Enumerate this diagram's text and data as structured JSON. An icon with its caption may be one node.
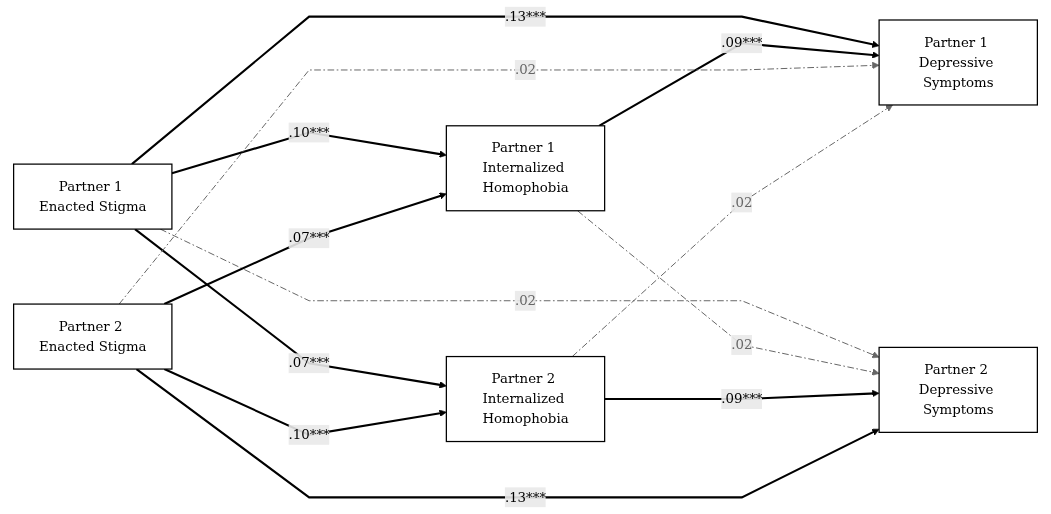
{
  "diagram": {
    "nodes": [
      {
        "text": [
          "Partner 1 Enacted Stigma"
        ]
      },
      {
        "text": [
          "Partner 1 Internalized Homophobia"
        ]
      },
      {
        "text": [
          "Partner 1 Depressive Symptoms"
        ]
      },
      {
        "text": [
          "Partner 2 Enacted Stigma"
        ]
      },
      {
        "text": [
          "Partner 2 Internalized Homophobia"
        ]
      },
      {
        "text": [
          "Partner 2 Depressive Symptoms"
        ]
      }
    ],
    "edges": [
      {
        "from": 0,
        "to": 2,
        "arrow": "to",
        "label": ".13***"
      },
      {
        "from": 0,
        "to": 1,
        "arrow": "to",
        "label": ".10***"
      },
      {
        "from": 1,
        "to": 2,
        "arrow": "to",
        "label": ".09***"
      },
      {
        "from": 0,
        "to": 4,
        "arrow": "to",
        "label": ".07***"
      },
      {
        "from": 0,
        "to": 5,
        "arrow": "to",
        "label": ".02",
        "style": "dashed",
        "color": "#666666"
      },
      {
        "from": 3,
        "to": 1,
        "arrow": "to",
        "label": ".07***"
      },
      {
        "from": 3,
        "to": 2,
        "arrow": "to",
        "label": ".02",
        "style": "dashed",
        "color": "#666666"
      },
      {
        "from": 1,
        "to": 5,
        "arrow": "to",
        "label": ".02",
        "style": "dashed",
        "color": "#666666"
      },
      {
        "from": 4,
        "to": 2,
        "arrow": "to",
        "label": ".02",
        "style": "dashed",
        "color": "#666666"
      },
      {
        "from": 3,
        "to": 4,
        "arrow": "to",
        "label": ".10***"
      },
      {
        "from": 4,
        "to": 5,
        "arrow": "to",
        "label": ".09***"
      },
      {
        "from": 3,
        "to": 5,
        "arrow": "to",
        "label": ".13***"
      }
    ]
  }
}
